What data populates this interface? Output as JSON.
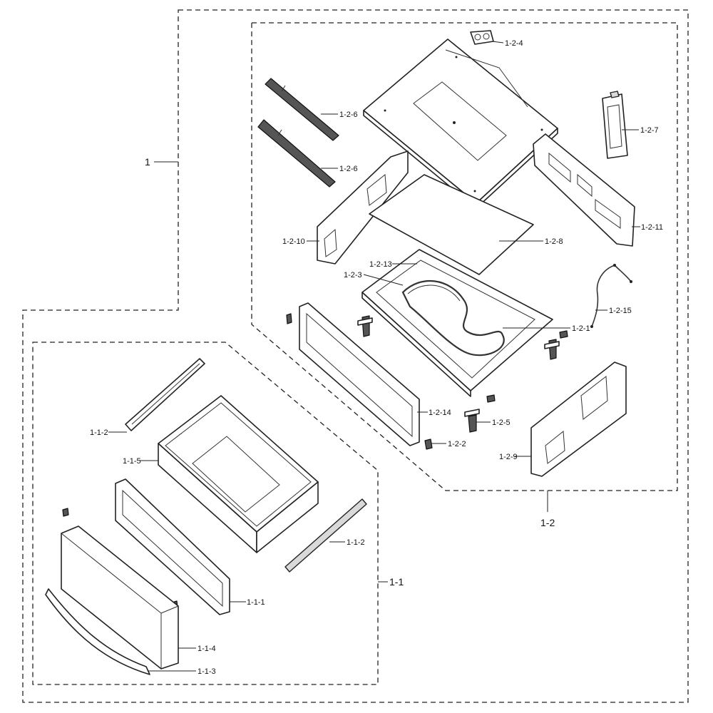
{
  "groups": {
    "root": "1",
    "upper": "1-2",
    "lower": "1-1"
  },
  "callouts": {
    "p_1_2_4": "1-2-4",
    "p_1_2_6_a": "1-2-6",
    "p_1_2_6_b": "1-2-6",
    "p_1_2_7": "1-2-7",
    "p_1_2_11": "1-2-11",
    "p_1_2_10": "1-2-10",
    "p_1_2_8": "1-2-8",
    "p_1_2_13": "1-2-13",
    "p_1_2_3": "1-2-3",
    "p_1_2_15": "1-2-15",
    "p_1_2_1": "1-2-1",
    "p_1_2_14": "1-2-14",
    "p_1_2_5": "1-2-5",
    "p_1_2_2": "1-2-2",
    "p_1_2_9": "1-2-9",
    "p_1_1_2_a": "1-1-2",
    "p_1_1_5": "1-1-5",
    "p_1_1_2_b": "1-1-2",
    "p_1_1_1": "1-1-1",
    "p_1_1_4": "1-1-4",
    "p_1_1_3": "1-1-3"
  }
}
